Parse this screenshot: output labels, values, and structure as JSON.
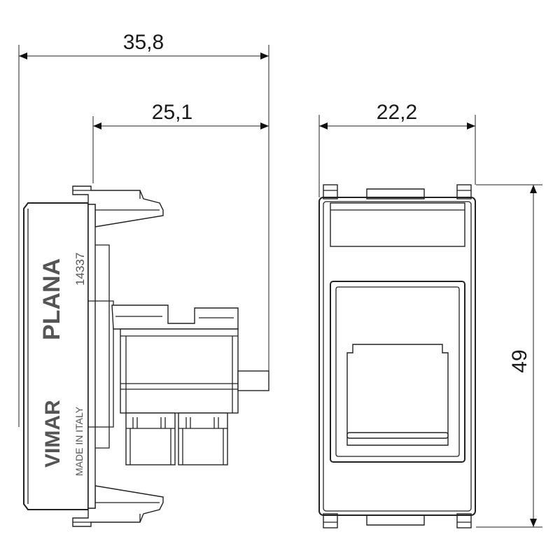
{
  "dimensions": {
    "overall_depth": "35,8",
    "body_depth": "25,1",
    "module_width": "22,2",
    "module_height": "49"
  },
  "side_markings": {
    "series": "PLANA",
    "part_number": "14337",
    "brand": "VIMAR",
    "origin": "MADE IN ITALY"
  }
}
